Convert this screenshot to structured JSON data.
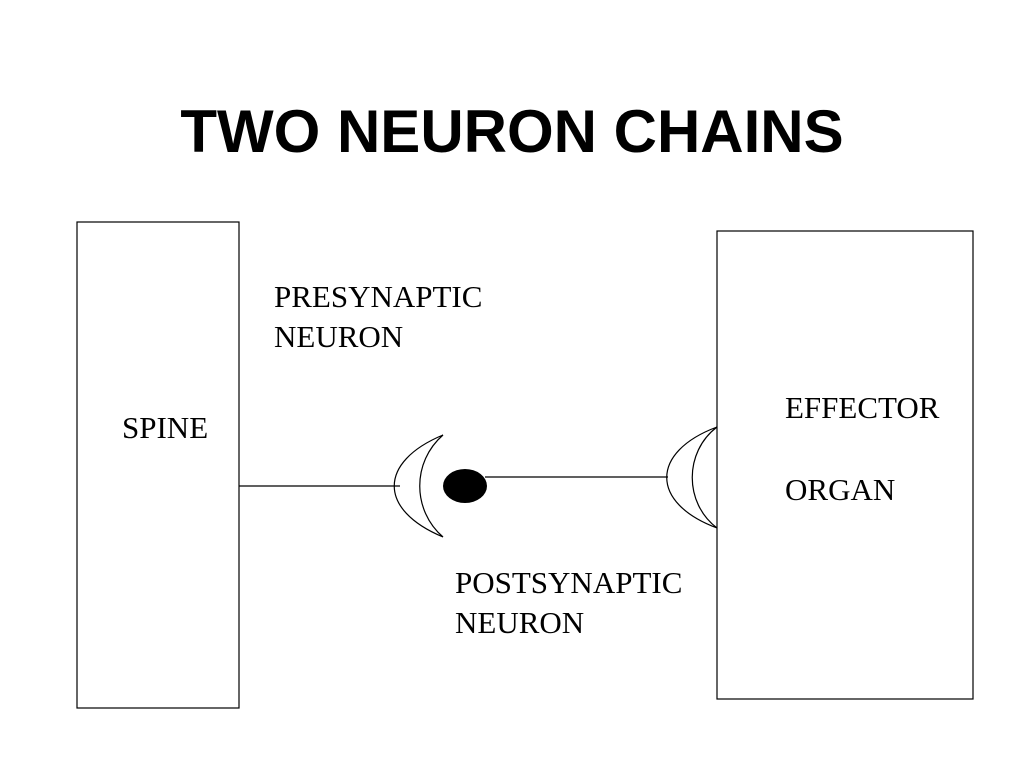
{
  "slide": {
    "title": "TWO NEURON CHAINS"
  },
  "labels": {
    "spine": "SPINE",
    "presynaptic_line1": "PRESYNAPTIC",
    "presynaptic_line2": "NEURON",
    "postsynaptic_line1": "POSTSYNAPTIC",
    "postsynaptic_line2": "NEURON",
    "effector_line1": "EFFECTOR",
    "effector_line2": "ORGAN"
  },
  "colors": {
    "stroke": "#000000",
    "background": "#ffffff"
  }
}
